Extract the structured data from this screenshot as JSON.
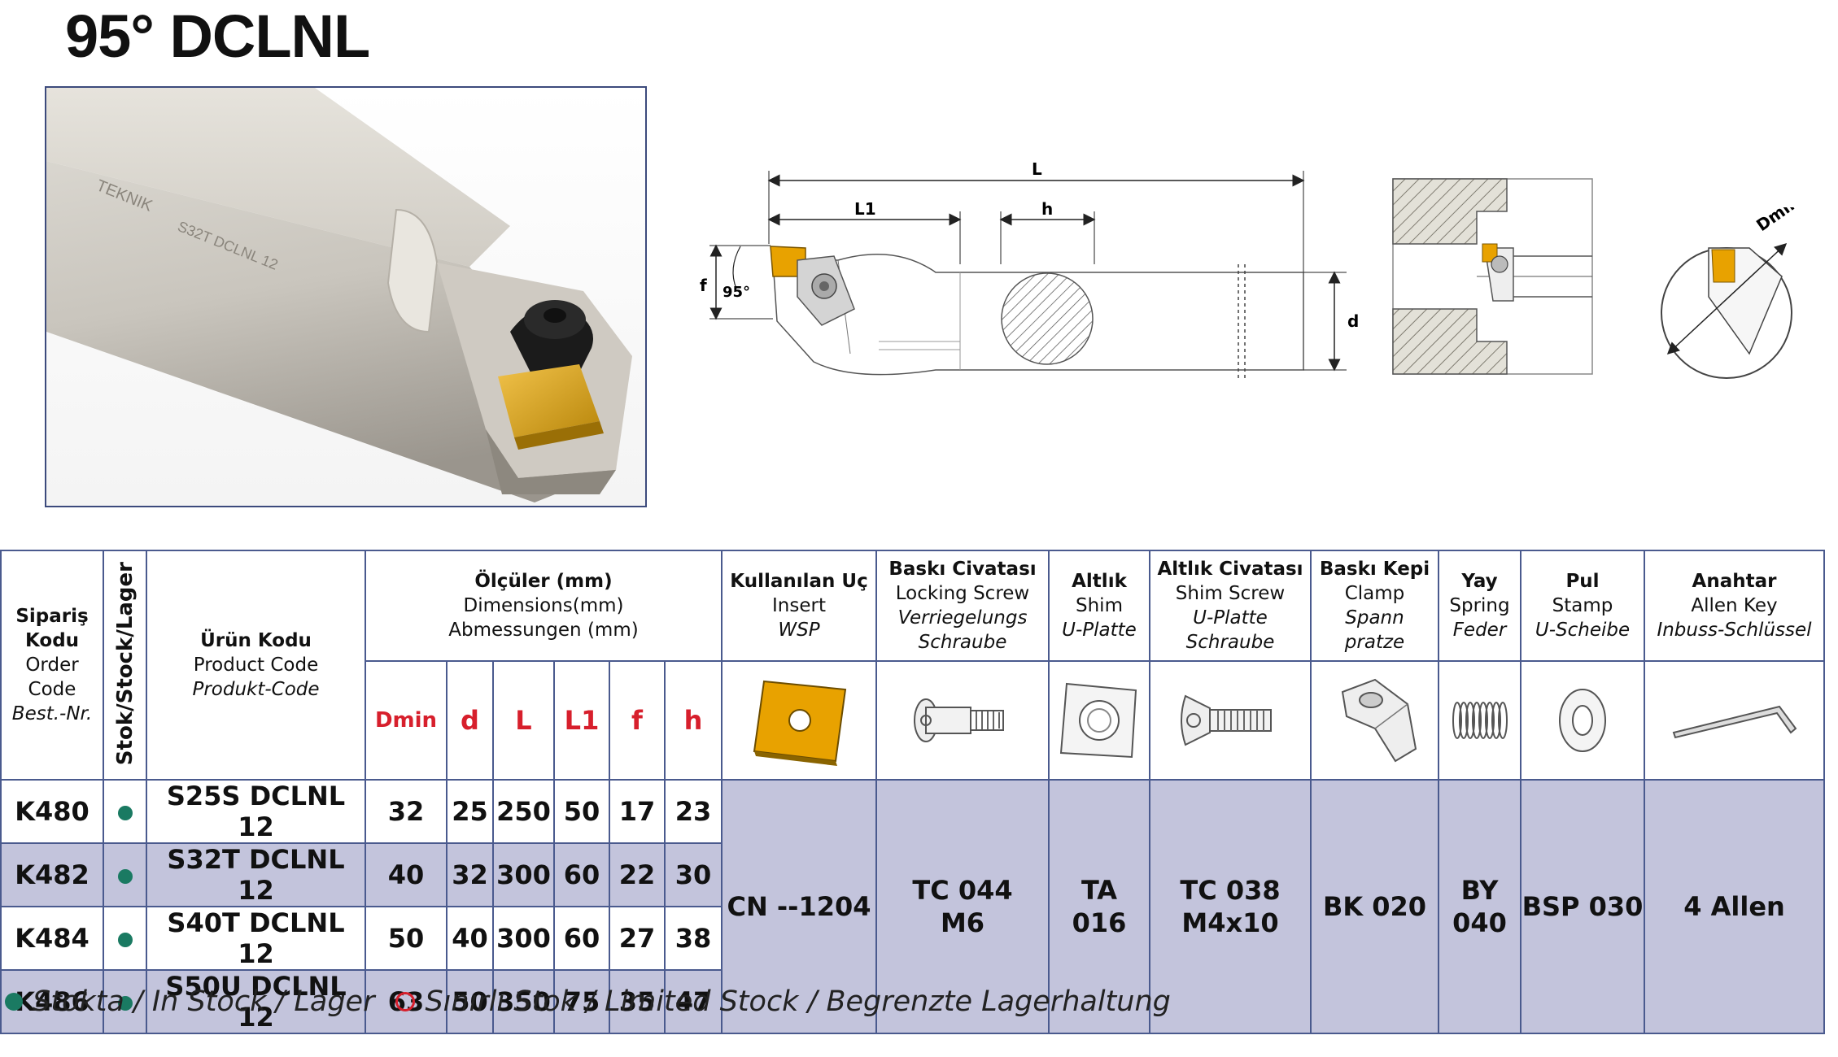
{
  "title": "95° DCLNL",
  "photo": {
    "brand_text": "TEKNIK",
    "engraving": "S32T DCLNL 12"
  },
  "diagram": {
    "labels": {
      "L": "L",
      "L1": "L1",
      "h": "h",
      "f": "f",
      "d": "d",
      "angle": "95°",
      "dmin": "Dmin"
    }
  },
  "table": {
    "headers": {
      "order_code": [
        "Sipariş",
        "Kodu",
        "Order",
        "Code",
        "Best.-Nr."
      ],
      "stock": "Stok/Stock/Lager",
      "product_code": [
        "Ürün Kodu",
        "Product Code",
        "Produkt-Code"
      ],
      "dimensions": [
        "Ölçüler (mm)",
        "Dimensions(mm)",
        "Abmessungen (mm)"
      ],
      "dim_cols": [
        "Dmin",
        "d",
        "L",
        "L1",
        "f",
        "h"
      ],
      "insert": [
        "Kullanılan Uç",
        "Insert",
        "WSP"
      ],
      "locking_screw": [
        "Baskı Civatası",
        "Locking Screw",
        "Verriegelungs",
        "Schraube"
      ],
      "shim": [
        "Altlık",
        "Shim",
        "U-Platte"
      ],
      "shim_screw": [
        "Altlık  Civatası",
        "Shim Screw",
        "U-Platte",
        "Schraube"
      ],
      "clamp": [
        "Baskı Kepi",
        "Clamp",
        "Spann",
        "pratze"
      ],
      "spring": [
        "Yay",
        "Spring",
        "Feder"
      ],
      "stamp": [
        "Pul",
        "Stamp",
        "U-Scheibe"
      ],
      "key": [
        "Anahtar",
        "Allen Key",
        "Inbuss-Schlüssel"
      ]
    },
    "rows": [
      {
        "order": "K480",
        "product": "S25S DCLNL 12",
        "dims": [
          "32",
          "25",
          "250",
          "50",
          "17",
          "23"
        ]
      },
      {
        "order": "K482",
        "product": "S32T DCLNL 12",
        "dims": [
          "40",
          "32",
          "300",
          "60",
          "22",
          "30"
        ]
      },
      {
        "order": "K484",
        "product": "S40T DCLNL 12",
        "dims": [
          "50",
          "40",
          "300",
          "60",
          "27",
          "38"
        ]
      },
      {
        "order": "K486",
        "product": "S50U DCLNL 12",
        "dims": [
          "63",
          "50",
          "350",
          "75",
          "35",
          "47"
        ]
      }
    ],
    "parts": {
      "insert": "CN --1204",
      "locking_screw": [
        "TC 044",
        "M6"
      ],
      "shim": [
        "TA",
        "016"
      ],
      "shim_screw": [
        "TC 038",
        "M4x10"
      ],
      "clamp": "BK 020",
      "spring": [
        "BY",
        "040"
      ],
      "stamp": "BSP 030",
      "key": "4 Allen"
    }
  },
  "legend": {
    "in_stock": "Stokta / In Stock / Lager",
    "limited": "Sınırlı Stok / Limited Stock / Begrenzte Lagerhaltung"
  },
  "colors": {
    "accent_red": "#d71f2c",
    "stock_green": "#1a7a62",
    "shade": "#c3c4dc",
    "border": "#4a5a8e",
    "insert_gold": "#e8a200"
  }
}
